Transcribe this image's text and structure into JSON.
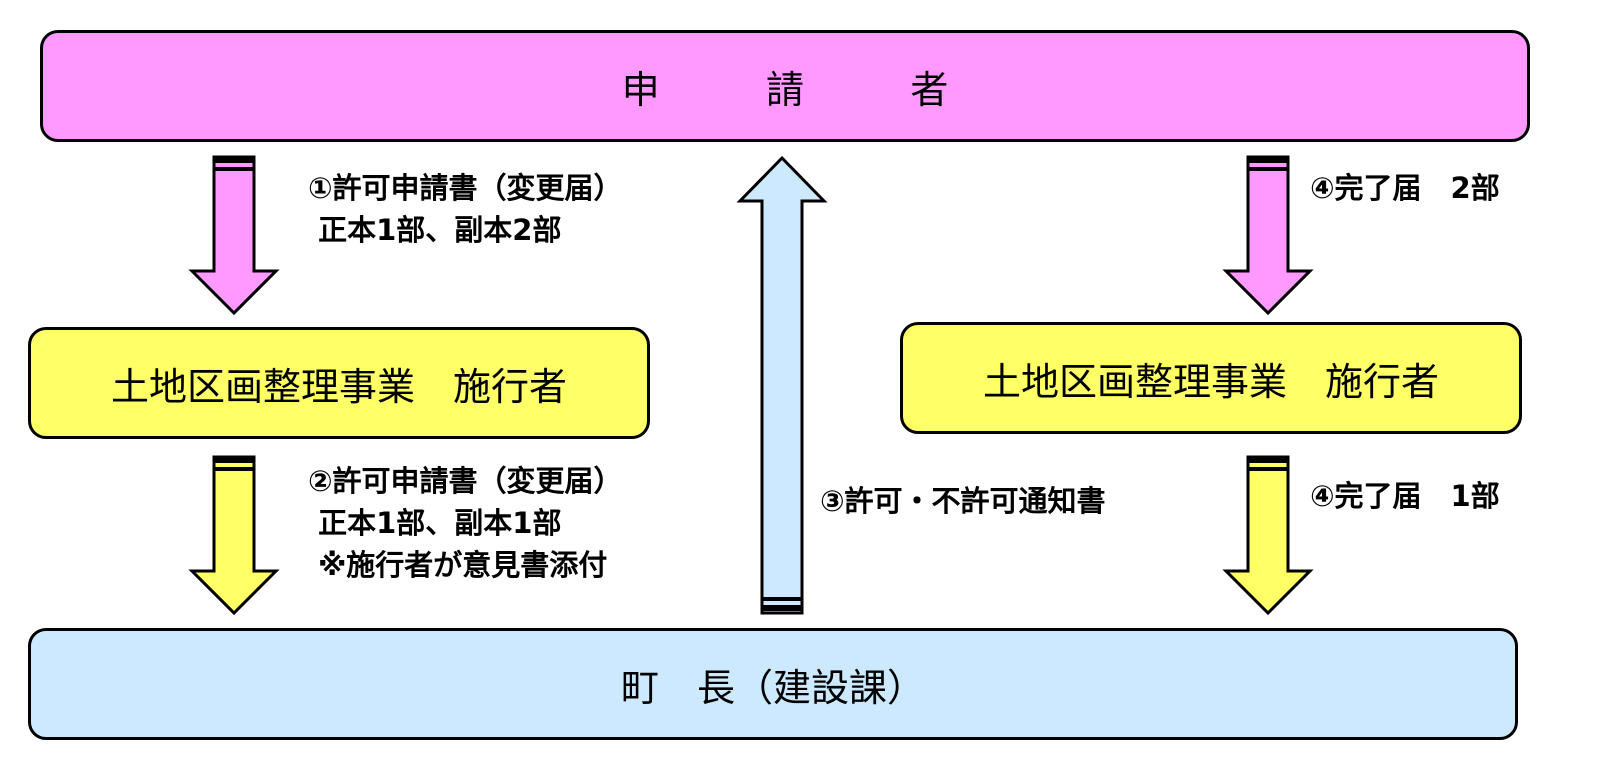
{
  "boxes": {
    "applicant": "申　請　者",
    "operator_left": "土地区画整理事業　施行者",
    "operator_right": "土地区画整理事業　施行者",
    "mayor": "町　長（建設課）"
  },
  "labels": {
    "step1": [
      "①許可申請書（変更届）",
      " 正本1部、副本2部"
    ],
    "step2": [
      "②許可申請書（変更届）",
      " 正本1部、副本1部",
      " ※施行者が意見書添付"
    ],
    "step3": "③許可・不許可通知書",
    "step4_upper": "④完了届　2部",
    "step4_lower": "④完了届　1部"
  },
  "colors": {
    "applicant": "#ff99ff",
    "operator": "#ffff66",
    "mayor": "#cce9ff"
  }
}
